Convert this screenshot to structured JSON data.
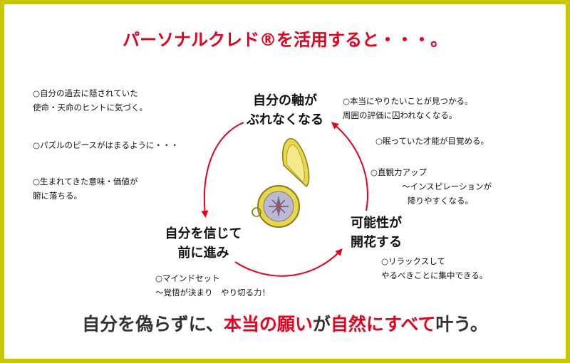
{
  "title": "パーソナルクレド®を活用すると・・・。",
  "nodes": {
    "top": [
      "自分の軸が",
      "ぶれなくなる"
    ],
    "right": [
      "可能性が",
      "開花する"
    ],
    "left": [
      "自分を信じて",
      "前に進み"
    ]
  },
  "notes": {
    "left_upper": [
      "○自分の過去に隠されていた",
      "使命・天命のヒントに気づく。"
    ],
    "left_mid": [
      "○パズルのピースがはまるように・・・"
    ],
    "left_lower": [
      "○生まれてきた意味・価値が",
      "腑に落ちる。"
    ],
    "right_upper": [
      "○本当にやりたいことが見つかる。",
      "周囲の評価に囚われなくなる。"
    ],
    "right_mid": [
      "○眠っていた才能が目覚める。"
    ],
    "right_lower": [
      "○直観力アップ",
      "〜インスピレーションが",
      "降りやすくなる。"
    ],
    "bottom_right": [
      "○リラックスして",
      "やるべきことに集中できる。"
    ],
    "bottom_left": [
      "○マインドセット",
      "〜覚悟が決まり　やり切る力！"
    ]
  },
  "bottom_line": {
    "part1": "自分を偽らずに、",
    "part2": "本当の願い",
    "part3": "が",
    "part4": "自然にすべて",
    "part5": "叶う。"
  },
  "colors": {
    "frame": "#c8c800",
    "accent": "#e8001c",
    "compass": "#e8d848"
  }
}
